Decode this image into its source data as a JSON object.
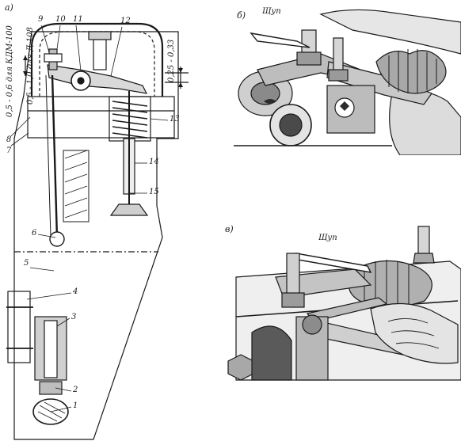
{
  "panels": {
    "a": {
      "label": "а)"
    },
    "b": {
      "label": "б)",
      "tool_label": "Щуп"
    },
    "v": {
      "label": "в)",
      "tool_label": "Щуп"
    }
  },
  "dimensions": {
    "kdm100": "0,5 - 0,6 для КДМ-100",
    "d108": "0,5 - 1,0 для Д-108",
    "gap": "0,25 - 0,33"
  },
  "part_numbers": [
    "1",
    "2",
    "3",
    "4",
    "5",
    "6",
    "7",
    "8",
    "9",
    "10",
    "11",
    "12",
    "13",
    "14",
    "15"
  ],
  "colors": {
    "ink": "#1a1a1a",
    "shade": "#6e6e6e",
    "dark": "#2b2b2b",
    "paper": "#ffffff"
  }
}
